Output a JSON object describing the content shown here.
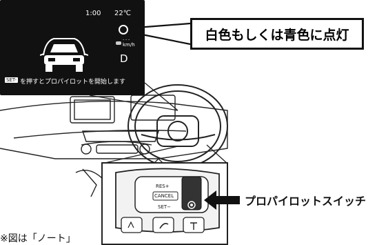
{
  "display": {
    "time": "1:00",
    "temperature": "22℃",
    "speed_dashes": "- - -",
    "speed_unit": "km/h",
    "gear": "D",
    "set_badge": "SET-",
    "instruction": "を押すとプロパイロットを開始します"
  },
  "callout": {
    "text": "白色もしくは青色に点灯"
  },
  "steering_buttons": {
    "res": "RES+",
    "cancel": "CANCEL",
    "set": "SET−"
  },
  "switch_label": "プロパイロットスイッチ",
  "note": "※図は「ノート」",
  "colors": {
    "lcd_background": "#111111",
    "lamp": "#ffffff",
    "arrow": "#111111"
  }
}
